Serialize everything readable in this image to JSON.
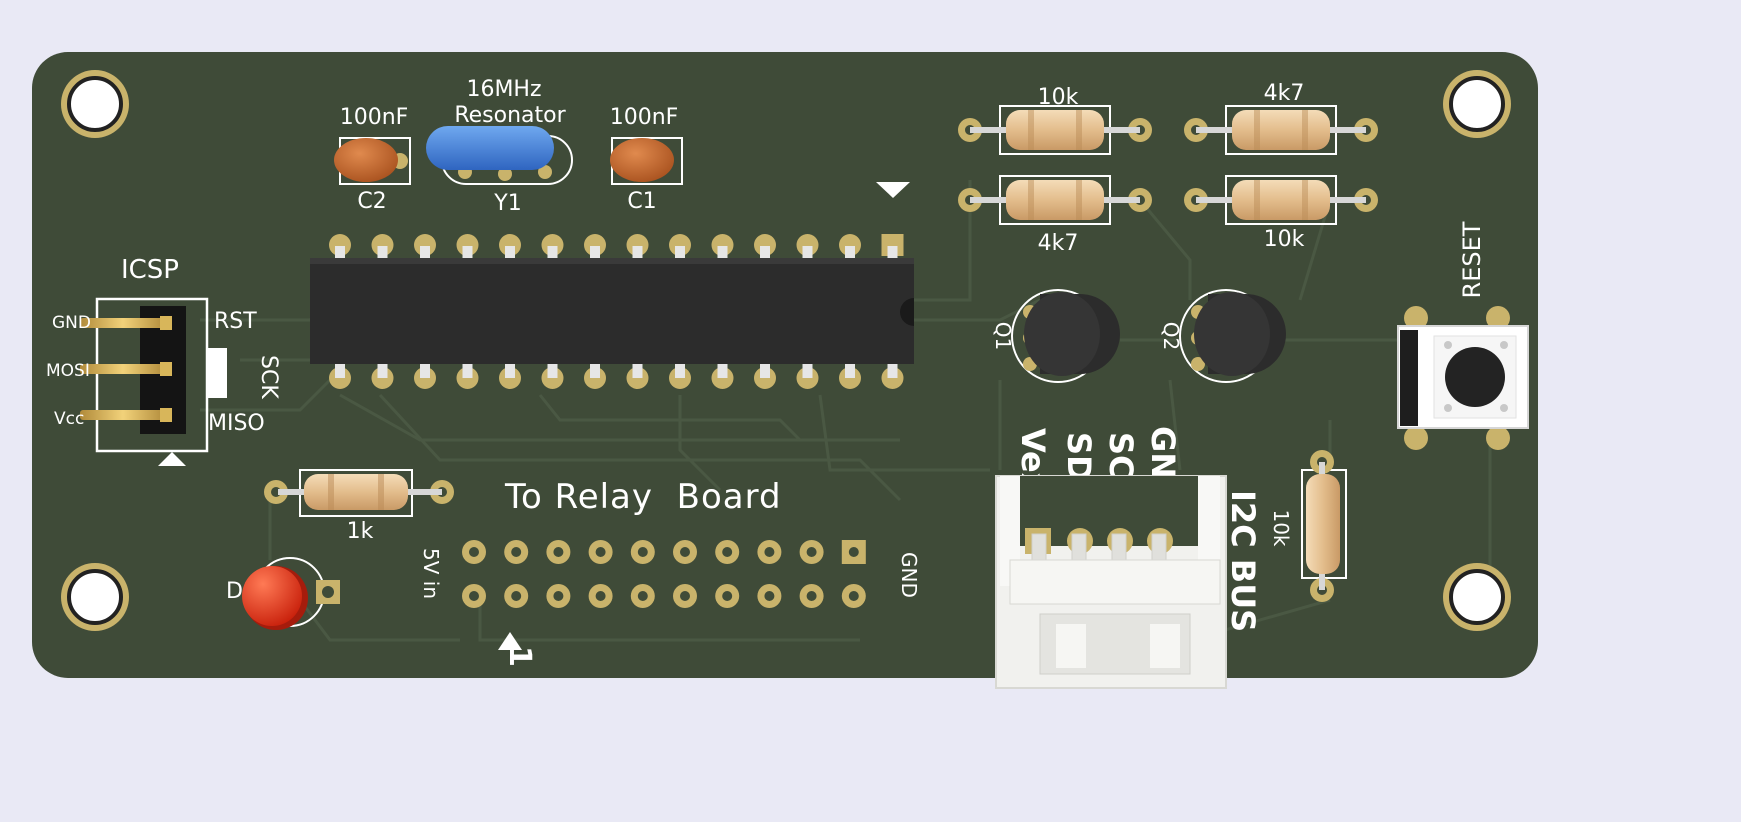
{
  "board": {
    "colors": {
      "background": "#e9e9f5",
      "board": "#3f4b38",
      "trace": "#485641",
      "pad": "#c9b36b",
      "silkscreen": "#ffffff",
      "chip": "#2c2c2c",
      "resistor": "#e8c69a",
      "capacitor": "#c8672e",
      "resonator": "#3f7fd8",
      "led": "#e23a1c",
      "connector": "#f2f2f0"
    },
    "icsp": {
      "title": "ICSP",
      "left_labels": [
        "GND",
        "MOSI",
        "Vcc"
      ],
      "right_labels": [
        "RST",
        "SCK",
        "MISO"
      ]
    },
    "caps": [
      {
        "value": "100nF",
        "ref": "C2"
      },
      {
        "value": "100nF",
        "ref": "C1"
      }
    ],
    "resonator": {
      "value_line1": "16MHz",
      "value_line2": "Resonator",
      "ref": "Y1"
    },
    "resistors_top": [
      {
        "value": "10k"
      },
      {
        "value": "4k7"
      },
      {
        "value": "4k7"
      },
      {
        "value": "10k"
      }
    ],
    "transistors": [
      {
        "ref": "Q1"
      },
      {
        "ref": "Q2"
      }
    ],
    "reset_label": "RESET",
    "relay": {
      "title": "To Relay  Board",
      "left_label": "5V in",
      "right_label": "GND",
      "pin1": "1"
    },
    "led": {
      "ref": "D1"
    },
    "resistor_led": {
      "value": "1k"
    },
    "resistor_i2c": {
      "value": "10k"
    },
    "i2c": {
      "labels": [
        "Vext",
        "SDA",
        "SCL",
        "GND"
      ],
      "bus_label": "I2C BUS"
    }
  }
}
